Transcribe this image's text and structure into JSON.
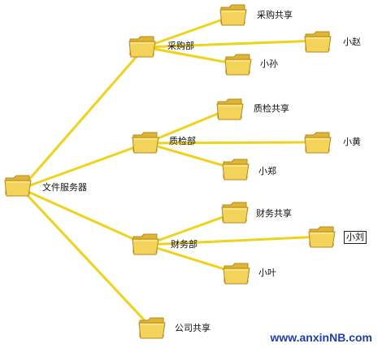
{
  "nodes": {
    "root": {
      "label": "文件服务器"
    },
    "caigou": {
      "label": "采购部"
    },
    "caigou_share": {
      "label": "采购共享"
    },
    "xiaozhao": {
      "label": "小赵"
    },
    "xiaosun": {
      "label": "小孙"
    },
    "zhijian": {
      "label": "质检部"
    },
    "zhijian_share": {
      "label": "质检共享"
    },
    "xiaohuang": {
      "label": "小黄"
    },
    "xiaozheng": {
      "label": "小郑"
    },
    "caiwu": {
      "label": "财务部"
    },
    "caiwu_share": {
      "label": "财务共享"
    },
    "xiaoliu": {
      "label": "小刘"
    },
    "xiaoye": {
      "label": "小叶"
    },
    "company_share": {
      "label": "公司共享"
    }
  },
  "edges": [
    [
      "root",
      "caigou"
    ],
    [
      "root",
      "zhijian"
    ],
    [
      "root",
      "caiwu"
    ],
    [
      "root",
      "company_share"
    ],
    [
      "caigou",
      "caigou_share"
    ],
    [
      "caigou",
      "xiaozhao"
    ],
    [
      "caigou",
      "xiaosun"
    ],
    [
      "zhijian",
      "zhijian_share"
    ],
    [
      "zhijian",
      "xiaohuang"
    ],
    [
      "zhijian",
      "xiaozheng"
    ],
    [
      "caiwu",
      "caiwu_share"
    ],
    [
      "caiwu",
      "xiaoliu"
    ],
    [
      "caiwu",
      "xiaoye"
    ]
  ],
  "colors": {
    "line": "#f0d21c",
    "folder_front": "#f3d35a",
    "folder_back": "#e0b534",
    "folder_outline": "#b48a1e",
    "watermark": "#1f3fb0"
  },
  "watermark": "www.anxinNB.com"
}
